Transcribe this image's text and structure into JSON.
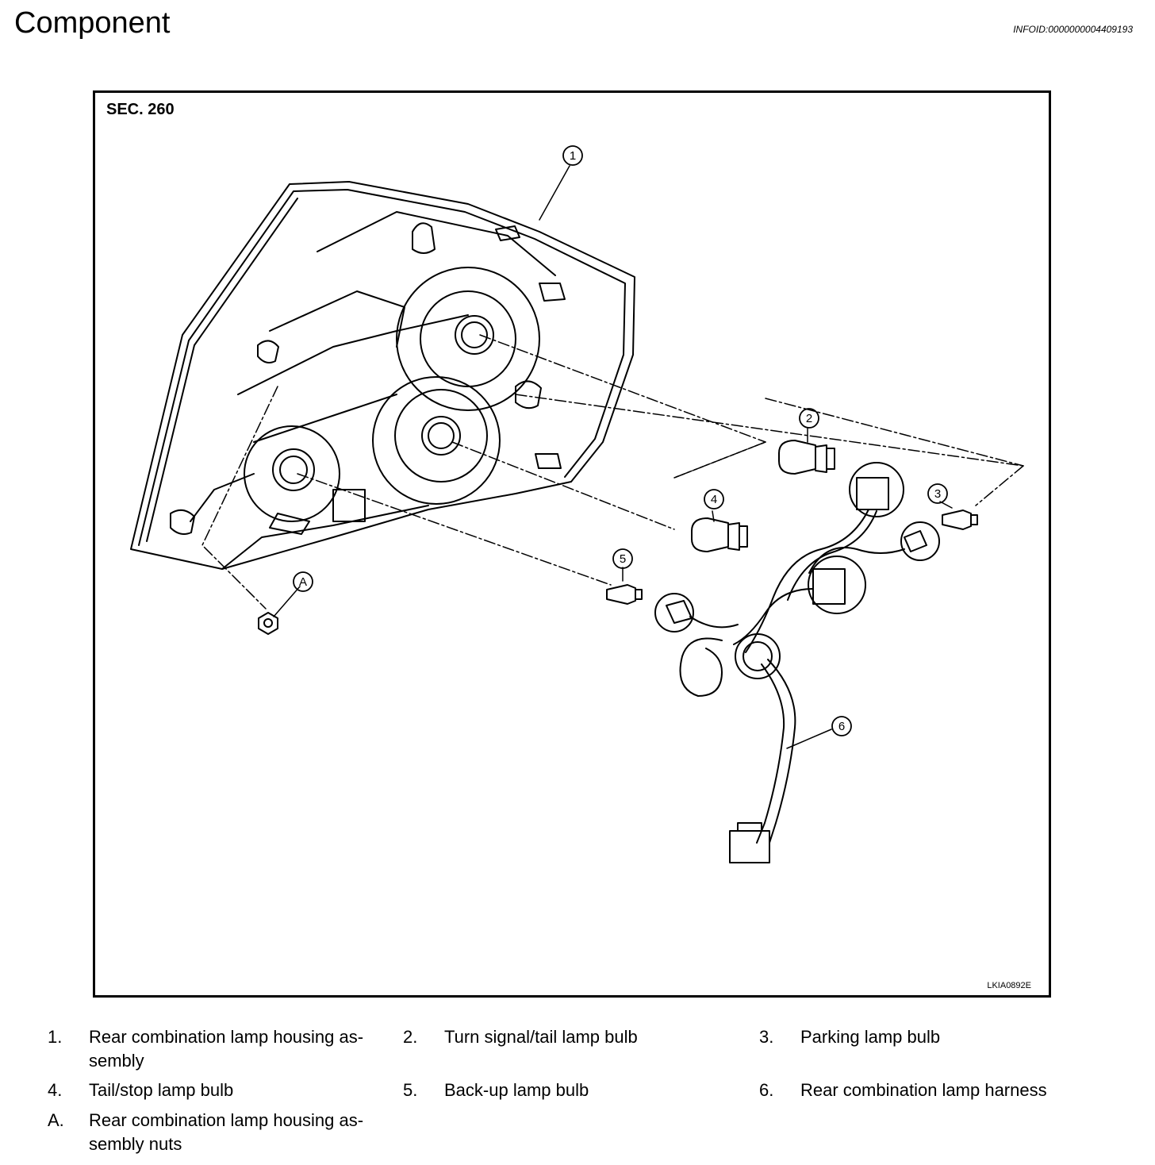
{
  "header": {
    "title": "Component",
    "info_id": "INFOID:0000000004409193"
  },
  "figure": {
    "section": "SEC. 260",
    "figure_id": "LKIA0892E",
    "callouts": [
      "1",
      "2",
      "3",
      "4",
      "5",
      "6",
      "A"
    ]
  },
  "legend": [
    {
      "num": "1.",
      "text": "Rear combination lamp housing as-sembly"
    },
    {
      "num": "2.",
      "text": "Turn signal/tail lamp bulb"
    },
    {
      "num": "3.",
      "text": "Parking lamp bulb"
    },
    {
      "num": "4.",
      "text": "Tail/stop lamp bulb"
    },
    {
      "num": "5.",
      "text": "Back-up lamp bulb"
    },
    {
      "num": "6.",
      "text": "Rear combination lamp harness"
    },
    {
      "num": "A.",
      "text": "Rear combination lamp housing as-sembly nuts"
    }
  ]
}
